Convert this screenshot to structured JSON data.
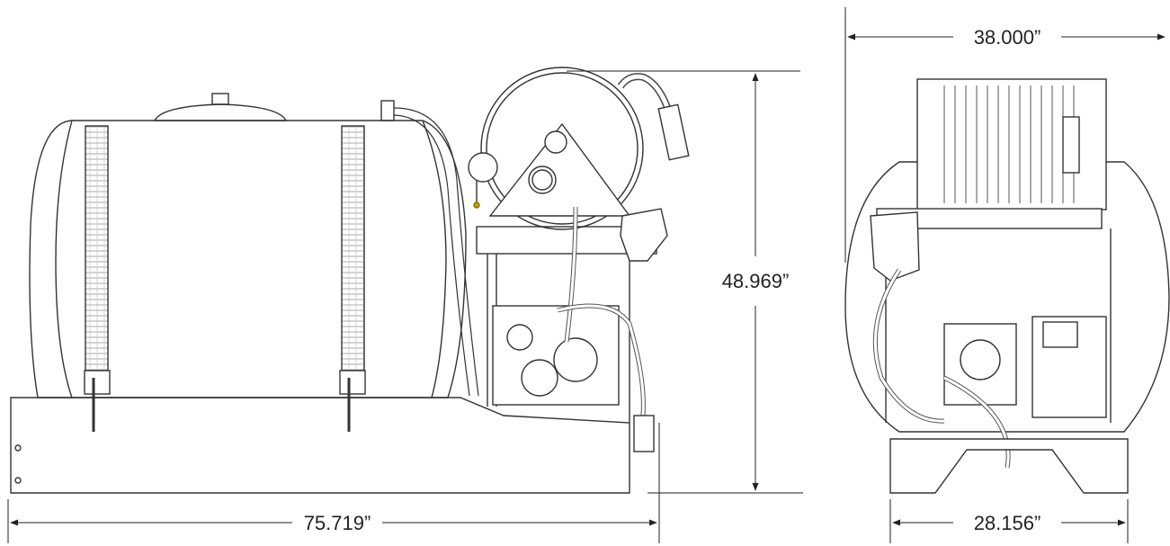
{
  "dimensions": {
    "side_length": "75.719”",
    "side_height": "48.969”",
    "end_width_top": "38.000”",
    "end_width_base": "28.156”"
  },
  "colors": {
    "line": "#333333",
    "strap": "#9a9a9a",
    "valve_accent": "#c9a400"
  }
}
